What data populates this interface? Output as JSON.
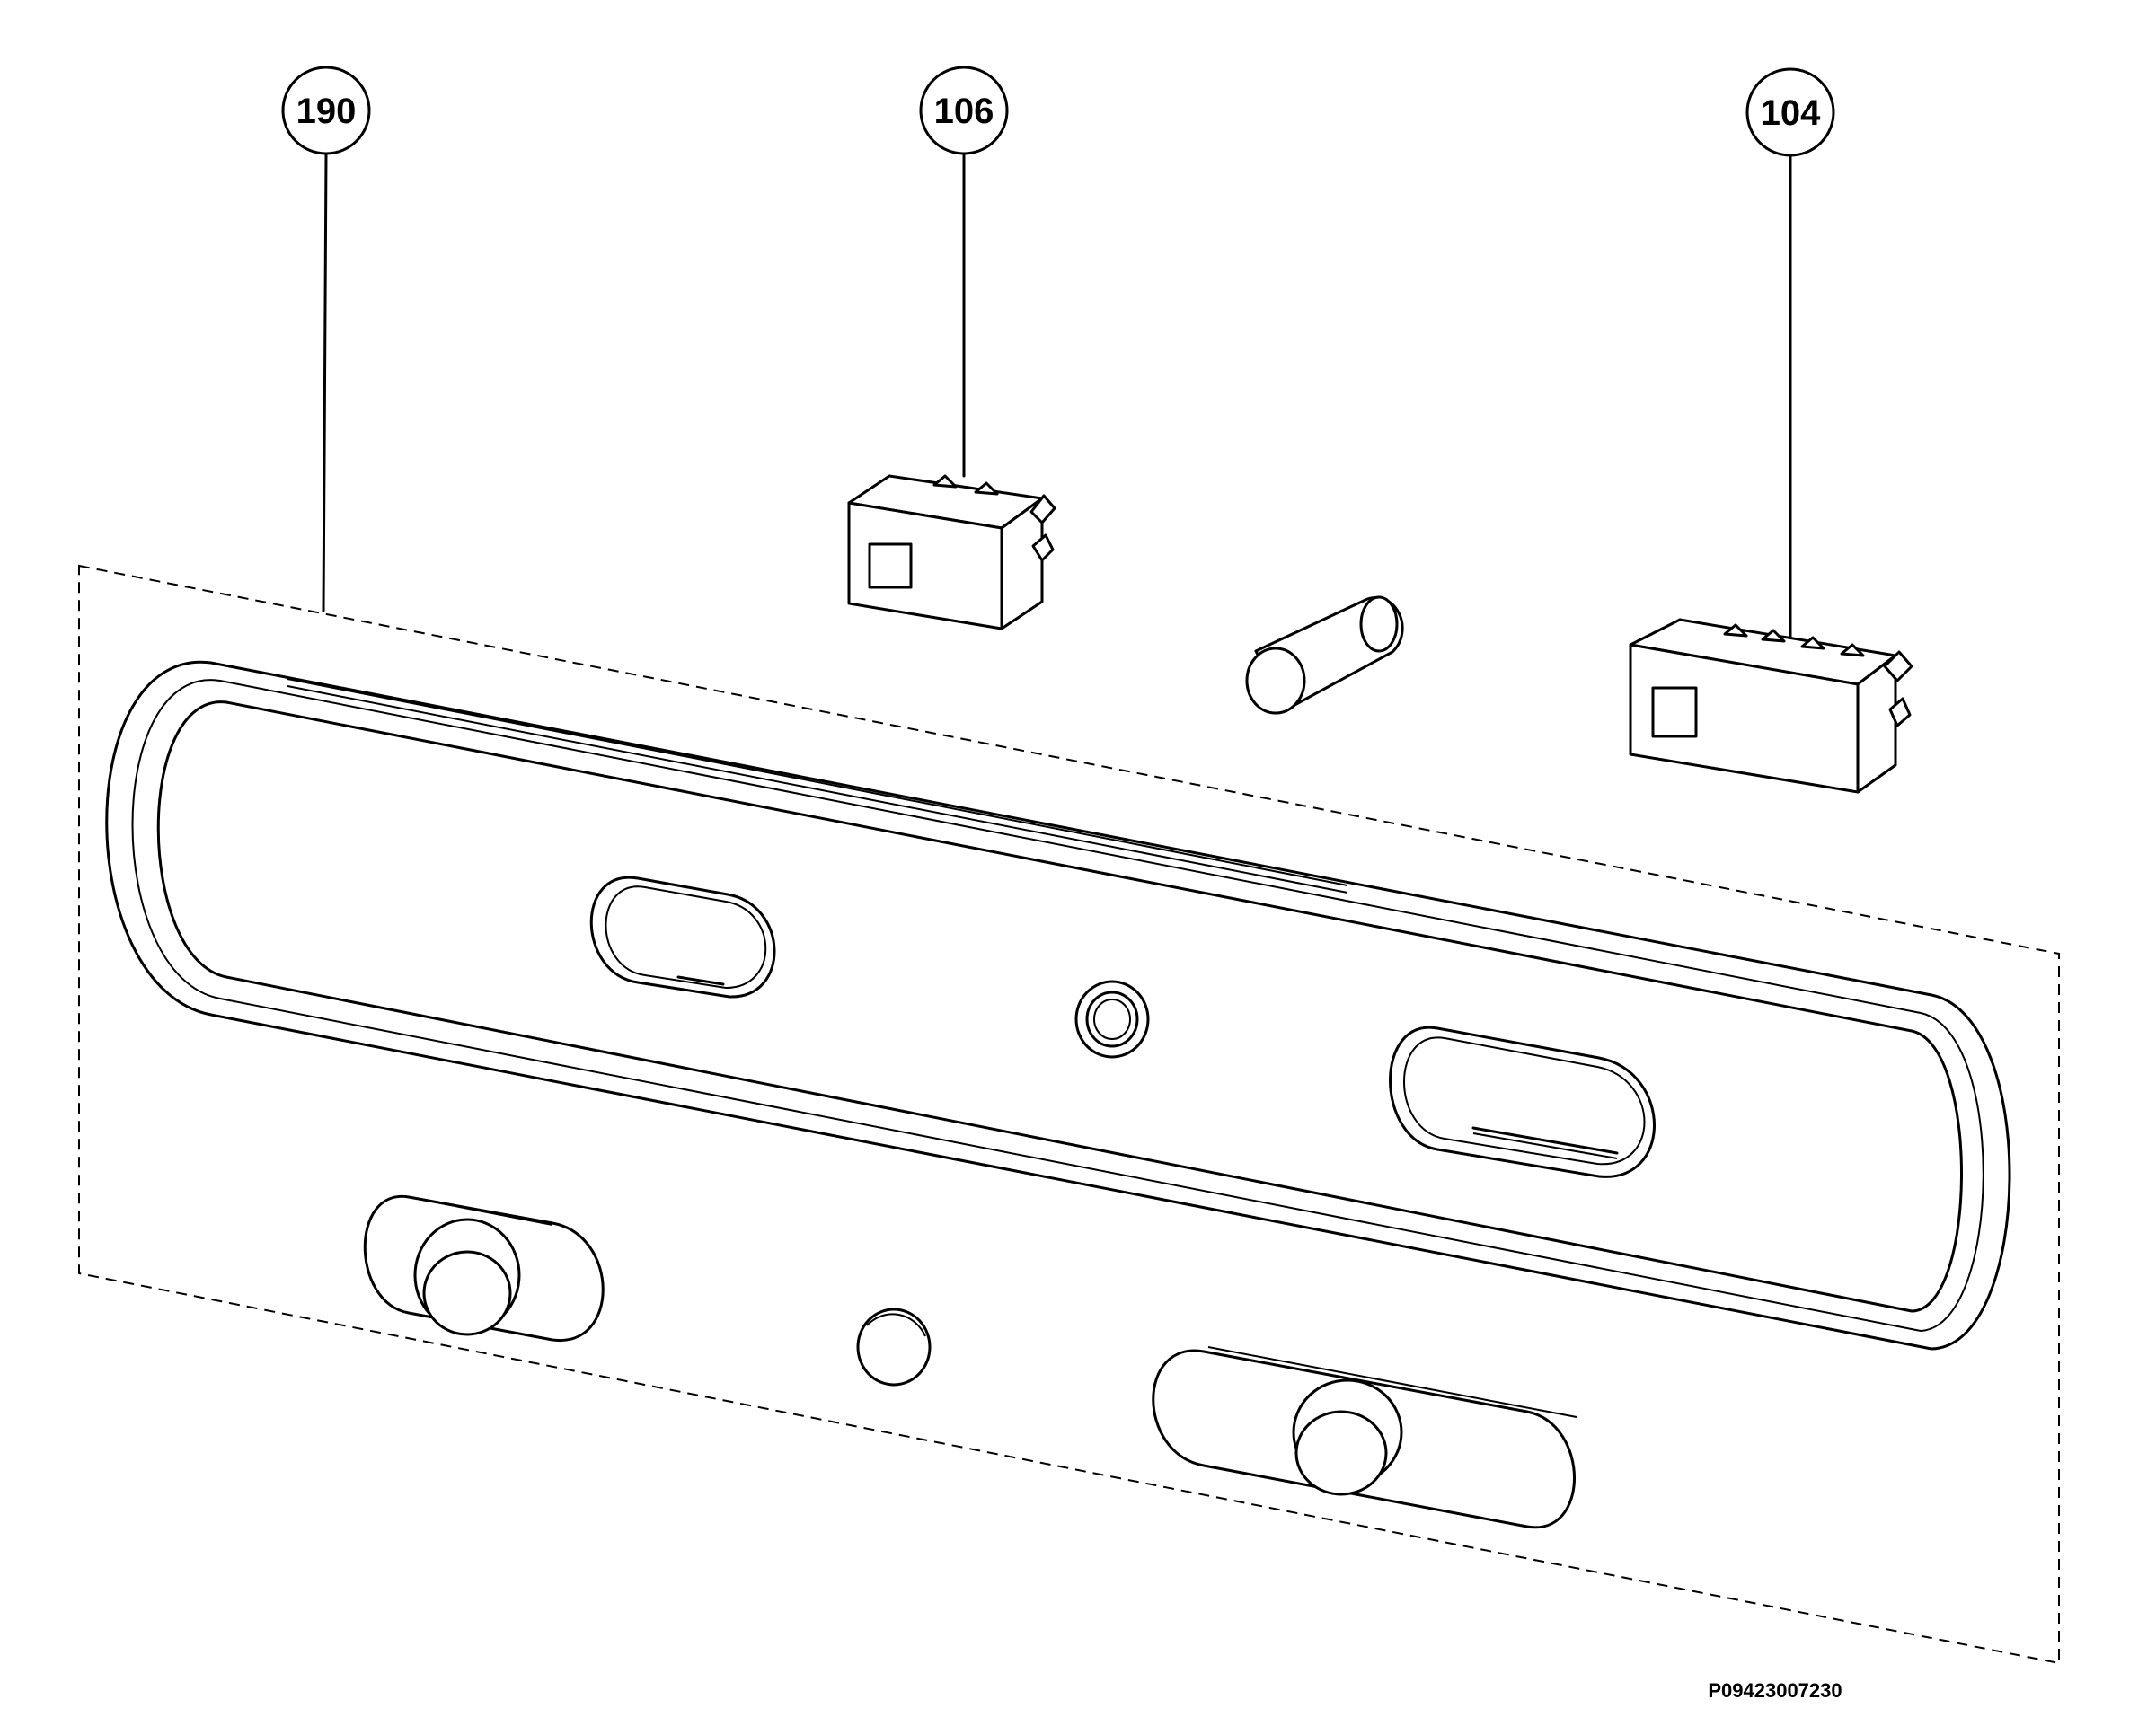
{
  "callouts": [
    {
      "id": "callout-190",
      "label": "190"
    },
    {
      "id": "callout-106",
      "label": "106"
    },
    {
      "id": "callout-104",
      "label": "104"
    }
  ],
  "drawing_code": "P09423007230"
}
